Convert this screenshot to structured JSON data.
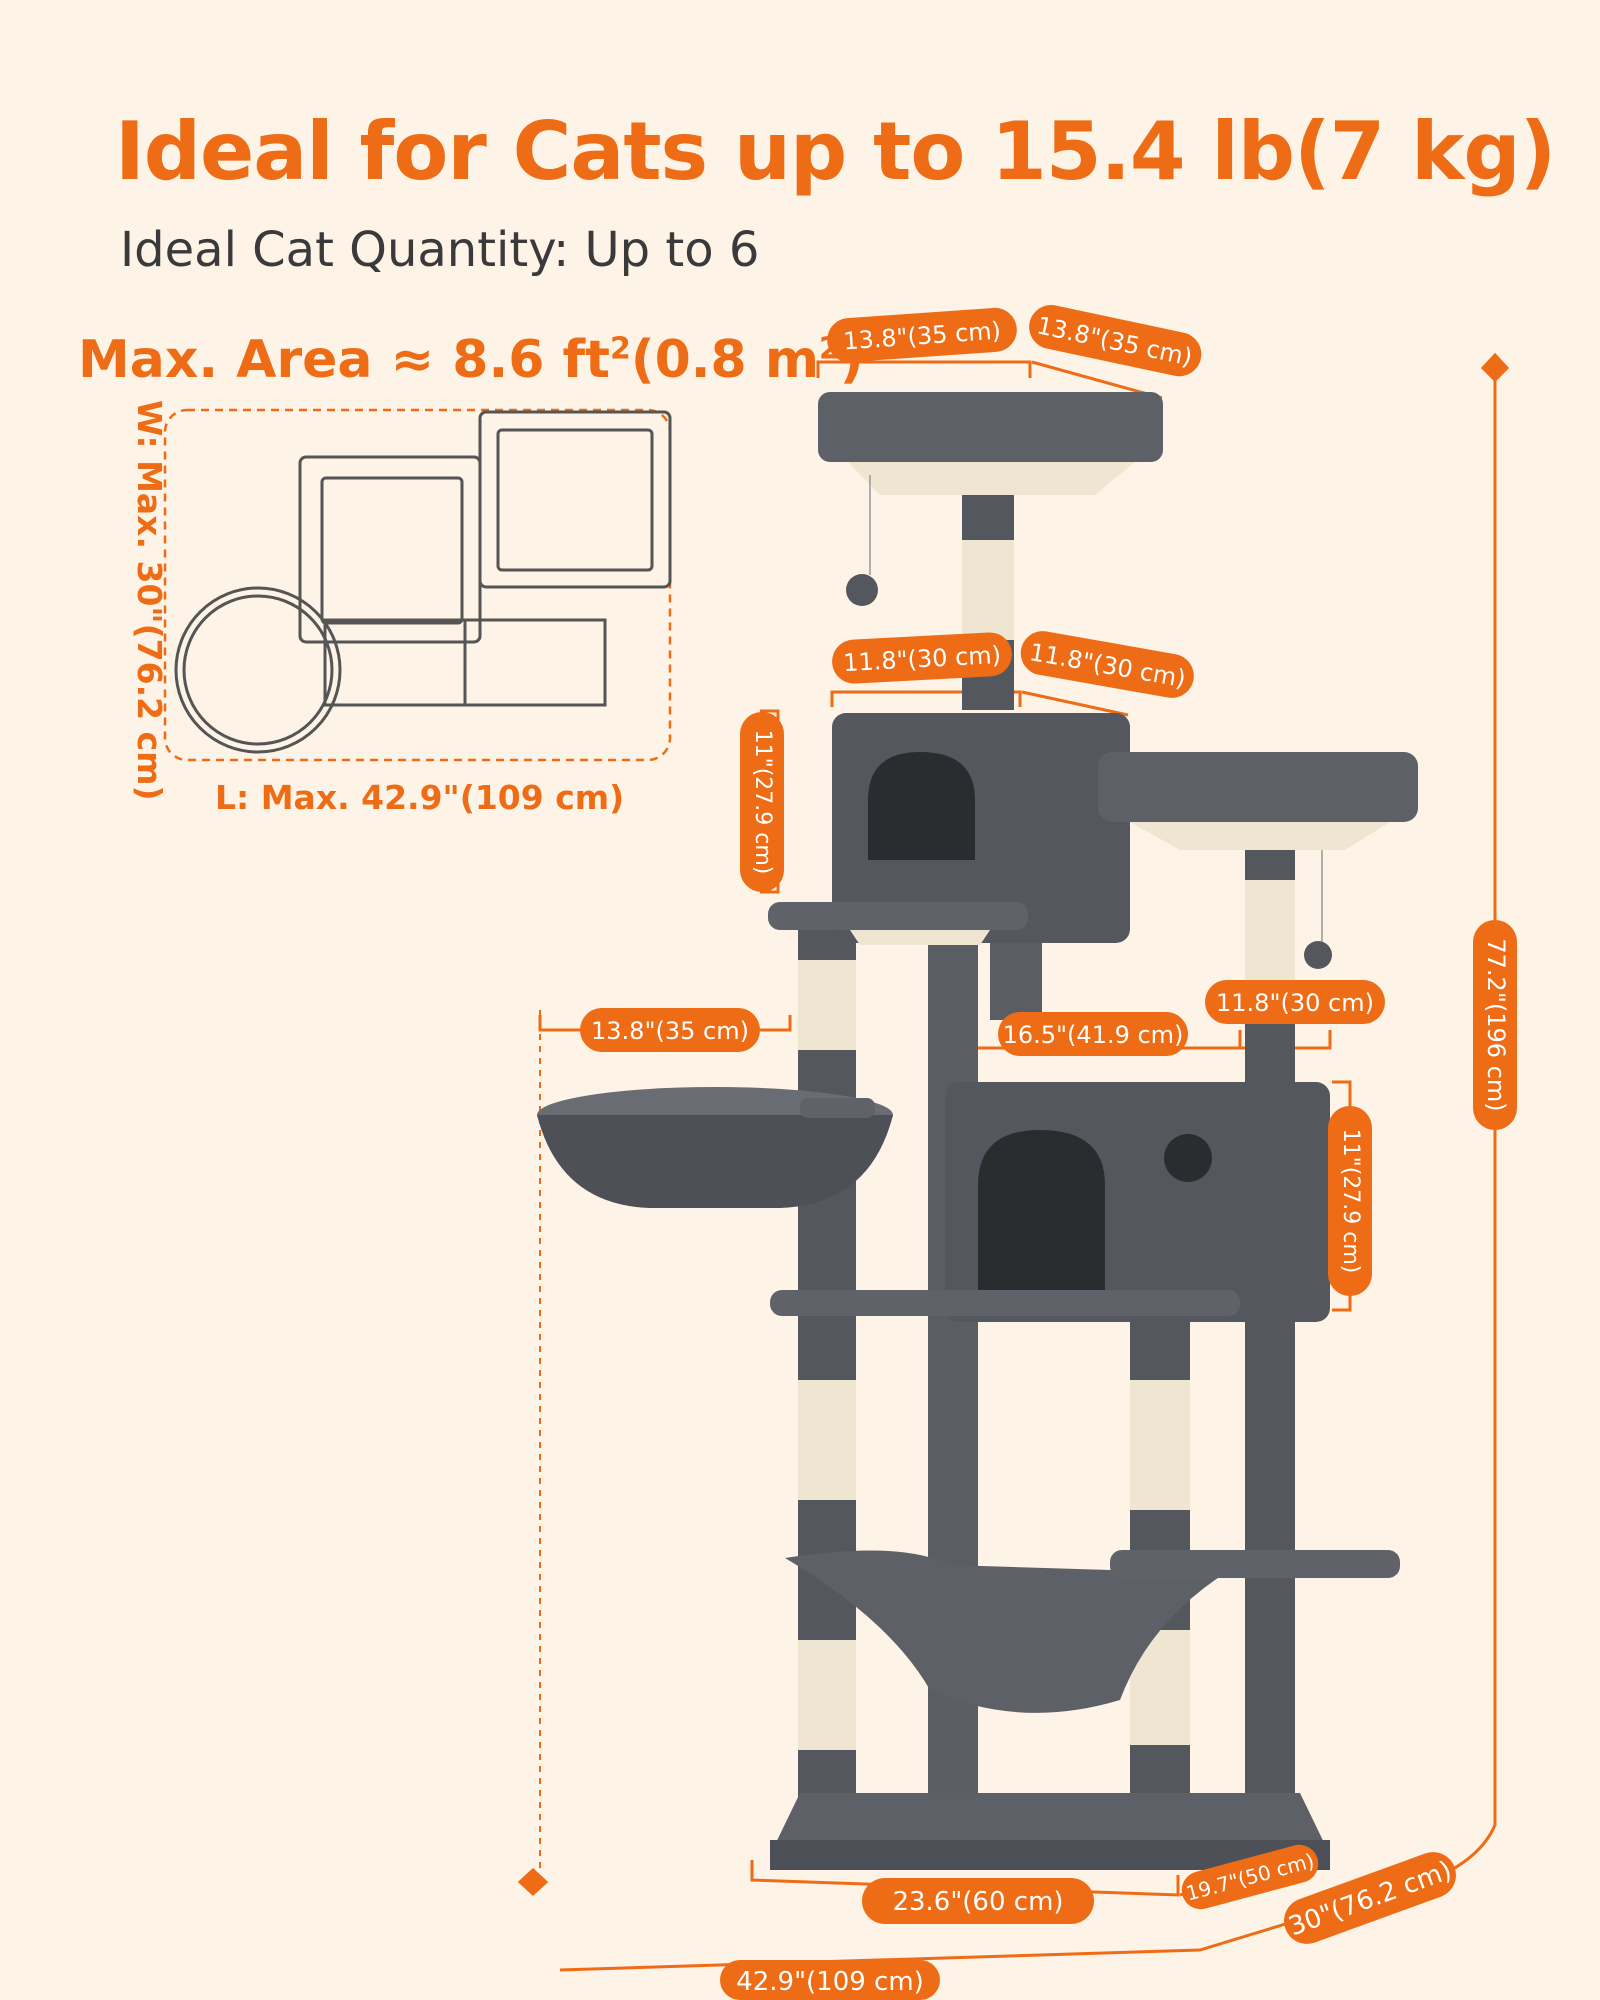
{
  "headline": "Ideal for Cats up to 15.4 lb(7 kg)",
  "subline": "Ideal Cat Quantity: Up to 6",
  "area": {
    "title_main": "Max. Area ≈ 8.6 ft",
    "title_sup1": "2",
    "title_mid": "(0.8 m",
    "title_sup2": "2",
    "title_end": ")",
    "length_label": "L: Max. 42.9\"(109 cm)",
    "width_label": "W: Max. 30\"(76.2 cm)"
  },
  "dimensions": {
    "top_perch_width": "13.8\"(35 cm)",
    "top_perch_depth": "13.8\"(35 cm)",
    "upper_condo_width": "11.8\"(30 cm)",
    "upper_condo_depth": "11.8\"(30 cm)",
    "upper_condo_height": "11\"(27.9 cm)",
    "basket_width": "13.8\"(35 cm)",
    "lower_condo_width": "16.5\"(41.9 cm)",
    "side_perch_width": "11.8\"(30 cm)",
    "lower_condo_height": "11\"(27.9 cm)",
    "total_height": "77.2\"(196 cm)",
    "base_width": "23.6\"(60 cm)",
    "base_depth": "19.7\"(50 cm)",
    "total_depth": "30\"(76.2 cm)",
    "total_width": "42.9\"(109 cm)"
  },
  "colors": {
    "accent": "#ee6c15",
    "plush": "#55575f",
    "plush_light": "#6a6c74",
    "sisal": "#efe6d2",
    "background": "#fdf3e6"
  }
}
